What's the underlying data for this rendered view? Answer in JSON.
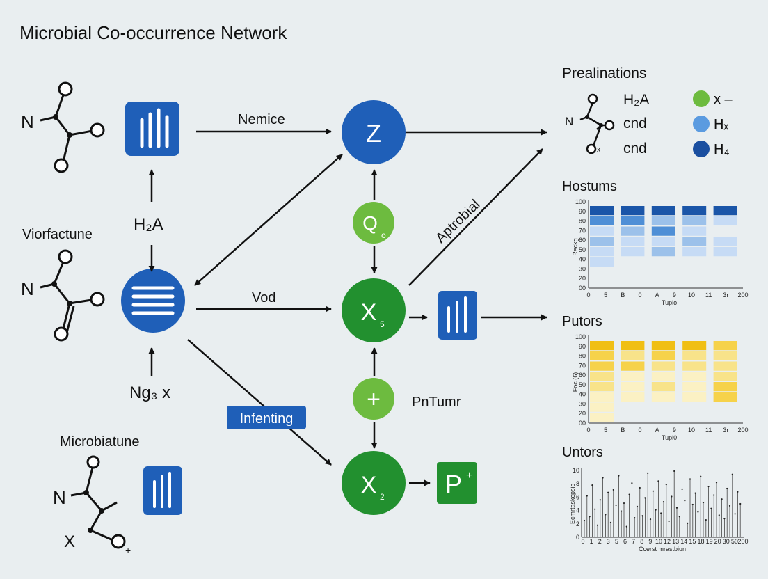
{
  "title": "Microbial Co-occurrence Network",
  "colors": {
    "blue": "#1f5fb8",
    "green": "#22902f",
    "light_green": "#6dbb3f",
    "dark_blue": "#1a4fa0",
    "yellow": "#f2c420",
    "background": "#e9eef0"
  },
  "left": {
    "label_viorfactune": "Viorfactune",
    "label_h2a": "H₂A",
    "label_ng3x": "Ng₃ x",
    "label_microbiatune": "Microbiatune",
    "atom_n": "N",
    "atom_x": "X",
    "plus_mark": "+"
  },
  "center": {
    "edge_nemice": "Nemice",
    "edge_vod": "Vod",
    "edge_aptrobial": "Aptrobial",
    "badge_infenting": "Infenting",
    "label_pntumr": "PnTumr",
    "node_z": "Z",
    "node_q": "Q",
    "node_q_sub": "o",
    "node_x5": "X",
    "node_x5_sub": "5",
    "node_plus": "+",
    "node_x2": "X",
    "node_x2_sub": "2",
    "node_p": "P",
    "node_p_sup": "+"
  },
  "legend": {
    "title": "Prealinations",
    "atom_n": "N",
    "atom_x_mark": "x",
    "labels": [
      "H₂A",
      "cnd",
      "cnd"
    ],
    "items": [
      {
        "label": "x –",
        "color": "#6dbb3f"
      },
      {
        "label": "Hₓ",
        "color": "#5b9be0"
      },
      {
        "label": "H₄",
        "color": "#1a4fa0"
      }
    ]
  },
  "chart_data": [
    {
      "type": "heatmap",
      "title": "Hostums",
      "ylabel": "Reckg",
      "xlabel": "Tuplo",
      "y_ticks": [
        "100",
        "90",
        "80",
        "70",
        "60",
        "50",
        "40",
        "30",
        "20",
        "00"
      ],
      "x_ticks": [
        "0",
        "5",
        "B",
        "0",
        "A",
        "9",
        "10",
        "11",
        "3r",
        "200"
      ],
      "columns": [
        [
          4,
          3,
          1,
          2,
          1,
          1,
          0,
          0
        ],
        [
          4,
          3,
          2,
          1,
          1,
          0,
          0,
          0
        ],
        [
          4,
          2,
          3,
          1,
          2,
          0,
          0,
          0
        ],
        [
          4,
          2,
          1,
          2,
          1,
          0,
          0,
          0
        ],
        [
          4,
          1,
          0,
          1,
          1,
          0,
          0,
          0
        ]
      ],
      "palette": [
        "transparent",
        "#c6dbf5",
        "#9cc1ea",
        "#4f8fd6",
        "#1a55a8"
      ]
    },
    {
      "type": "heatmap",
      "title": "Putors",
      "ylabel": "Foc (6)",
      "xlabel": "Tupl0",
      "y_ticks": [
        "100",
        "90",
        "80",
        "70",
        "60",
        "50",
        "40",
        "30",
        "20",
        "00"
      ],
      "x_ticks": [
        "0",
        "5",
        "B",
        "0",
        "A",
        "9",
        "10",
        "11",
        "3r",
        "200"
      ],
      "columns": [
        [
          4,
          3,
          3,
          2,
          2,
          1,
          1,
          1
        ],
        [
          4,
          2,
          3,
          1,
          1,
          1,
          0,
          0
        ],
        [
          4,
          3,
          2,
          1,
          2,
          1,
          0,
          0
        ],
        [
          4,
          2,
          2,
          1,
          1,
          1,
          0,
          0
        ],
        [
          3,
          2,
          2,
          2,
          3,
          3,
          0,
          0
        ]
      ],
      "palette": [
        "transparent",
        "#fbf1c4",
        "#f8e38a",
        "#f6d24a",
        "#f0bf14"
      ]
    },
    {
      "type": "bar",
      "title": "Untors",
      "ylabel": "Ecmrtaskcpsic",
      "xlabel": "Ccerst mrastbiun",
      "y_ticks": [
        "10",
        "8",
        "6",
        "4",
        "2",
        "0"
      ],
      "x_ticks": [
        "0",
        "1",
        "2",
        "3",
        "5",
        "6",
        "7",
        "8",
        "9",
        "10",
        "12",
        "13",
        "14",
        "15",
        "18",
        "19",
        "20",
        "30",
        "50",
        "200"
      ],
      "values": [
        2.5,
        6.2,
        3.1,
        7.8,
        4.2,
        1.8,
        5.6,
        8.9,
        3.4,
        6.7,
        2.2,
        7.1,
        4.8,
        9.2,
        3.9,
        5.1,
        1.6,
        6.4,
        8.1,
        2.9,
        4.6,
        7.4,
        3.2,
        5.9,
        9.6,
        2.7,
        6.9,
        4.1,
        8.4,
        3.6,
        5.3,
        7.9,
        2.4,
        6.1,
        9.9,
        4.4,
        3.1,
        7.2,
        5.5,
        2.1,
        8.7,
        4.9,
        6.6,
        3.8,
        9.1,
        5.2,
        2.6,
        7.6,
        4.3,
        6.3,
        8.2,
        3.3,
        5.7,
        2.8,
        7.3,
        4.7,
        9.4,
        3.5,
        6.8,
        5.0
      ]
    }
  ]
}
